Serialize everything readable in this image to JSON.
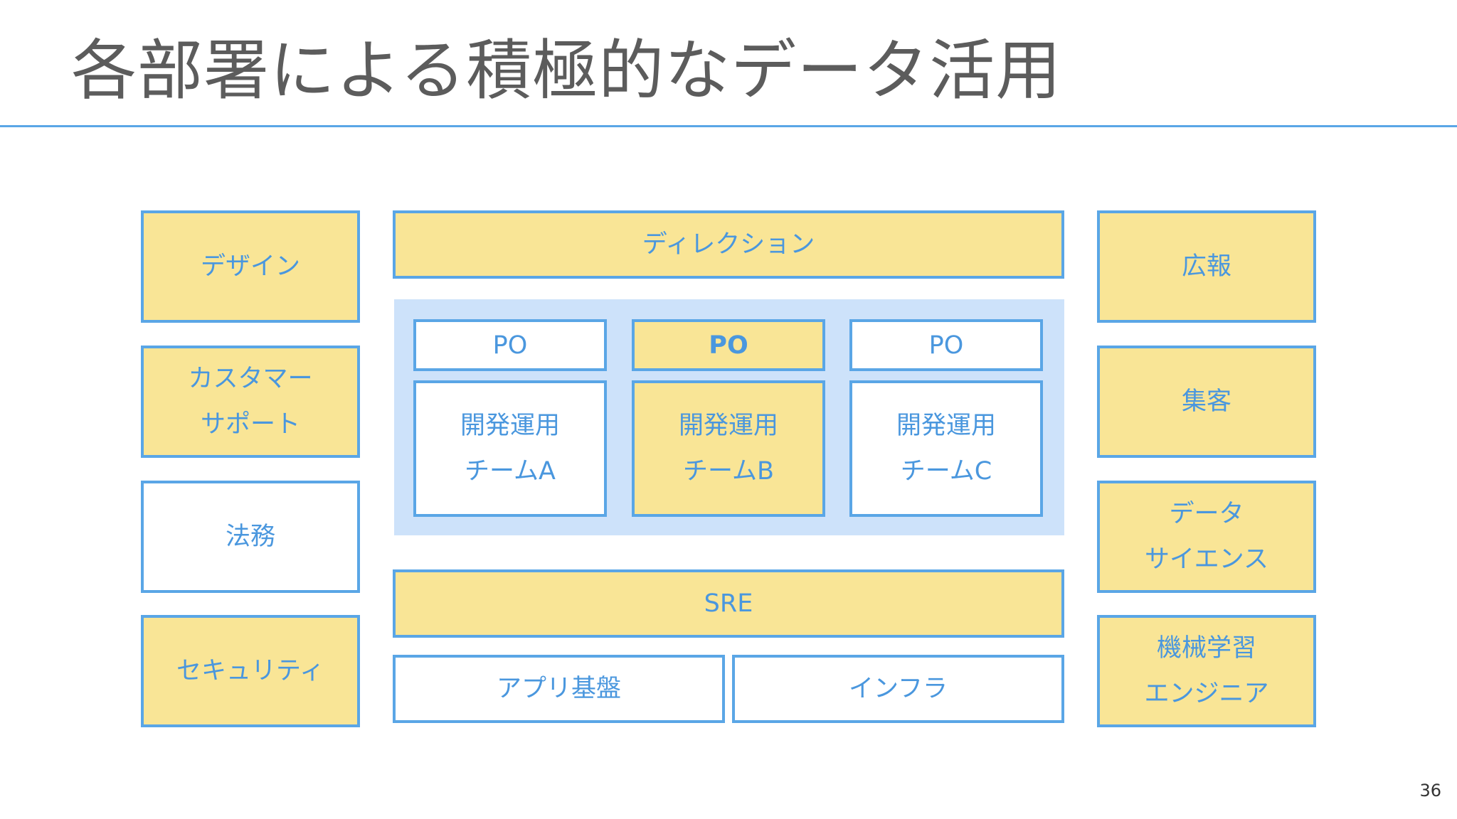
{
  "title": "各部署による積極的なデータ活用",
  "page_number": "36",
  "colors": {
    "accent": "#5aa6e6",
    "fill": "#f9e596",
    "team_area": "#cde2fa",
    "text": "#4a97de"
  },
  "left_column": [
    {
      "label": "デザイン",
      "filled": true
    },
    {
      "label": "カスタマー\nサポート",
      "filled": true
    },
    {
      "label": "法務",
      "filled": false
    },
    {
      "label": "セキュリティ",
      "filled": true
    }
  ],
  "right_column": [
    {
      "label": "広報",
      "filled": true
    },
    {
      "label": "集客",
      "filled": true
    },
    {
      "label": "データ\nサイエンス",
      "filled": true
    },
    {
      "label": "機械学習\nエンジニア",
      "filled": true
    }
  ],
  "center": {
    "direction": "ディレクション",
    "teams": [
      {
        "po": "PO",
        "team": "開発運用\nチームA",
        "filled": false
      },
      {
        "po": "PO",
        "team": "開発運用\nチームB",
        "filled": true
      },
      {
        "po": "PO",
        "team": "開発運用\nチームC",
        "filled": false
      }
    ],
    "sre": "SRE",
    "app_platform": "アプリ基盤",
    "infra": "インフラ"
  }
}
